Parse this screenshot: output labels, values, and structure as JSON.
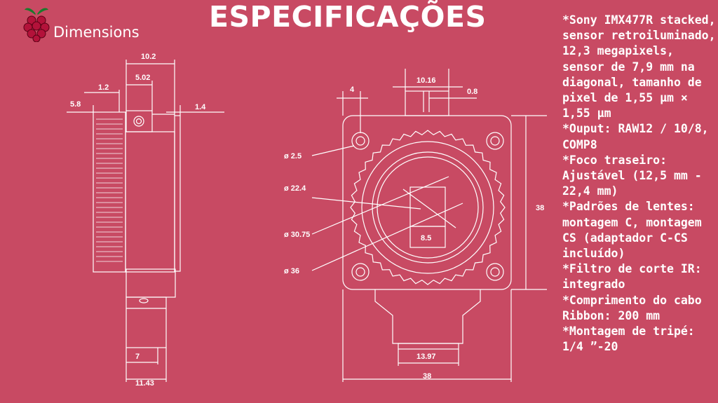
{
  "brand": {
    "logo_icon": "raspberry-pi-logo",
    "label": "Dimensions"
  },
  "title": "ESPECIFICAÇÕES",
  "specs": [
    "*Sony IMX477R stacked, sensor retroiluminado, 12,3 megapixels, sensor de 7,9 mm na diagonal, tamanho de pixel de 1,55 µm × 1,55 µm",
    "*Ouput: RAW12 / 10/8, COMP8",
    "*Foco traseiro: Ajustável (12,5 mm - 22,4 mm)",
    "*Padrões de lentes: montagem C, montagem CS (adaptador C-CS incluído)",
    "*Filtro de corte IR: integrado",
    "*Comprimento do cabo Ribbon: 200 mm",
    "*Montagem de tripé: 1/4 ”-20"
  ],
  "side_view": {
    "dim_top": "10.2",
    "dim_5_02": "5.02",
    "dim_1_2": "1.2",
    "dim_5_8": "5.8",
    "dim_1_4": "1.4",
    "dim_7": "7",
    "dim_bottom": "11.43"
  },
  "front_view": {
    "dim_4": "4",
    "dim_10_16": "10.16",
    "dim_0_8": "0.8",
    "dia_2_5": "ø 2.5",
    "dia_22_4": "ø 22.4",
    "dia_30_75": "ø 30.75",
    "dia_36": "ø 36",
    "dim_8_5": "8.5",
    "dim_height": "38",
    "dim_13_97": "13.97",
    "dim_width": "38"
  }
}
